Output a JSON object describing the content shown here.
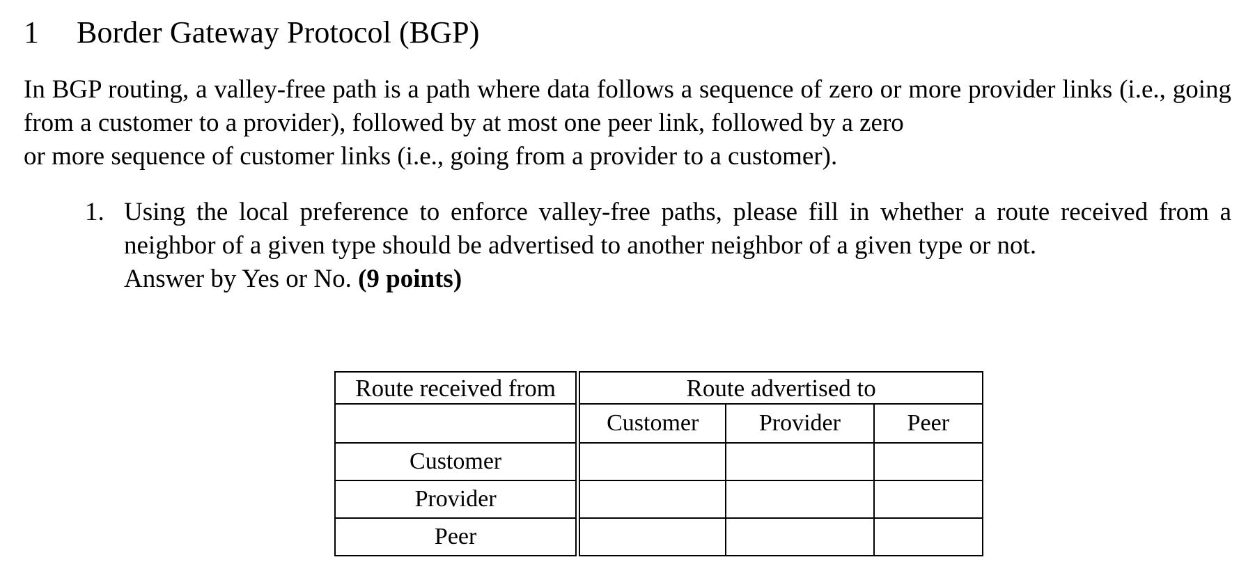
{
  "document": {
    "heading": {
      "number": "1",
      "title": "Border Gateway Protocol (BGP)"
    },
    "intro": {
      "line1": "In BGP routing, a valley-free path is a path where data follows a sequence of zero or more provider",
      "line2": "links (i.e., going from a customer to a provider), followed by at most one peer link, followed by a zero",
      "line3": "or more sequence of customer links (i.e., going from a provider to a customer)."
    },
    "questions": [
      {
        "marker": "1.",
        "line1": "Using the local preference to enforce valley-free paths, please fill in whether a route received",
        "line2": "from a neighbor of a given type should be advertised to another neighbor of a given type or not.",
        "line3": "Answer by Yes or No.",
        "points": "(9 points)"
      }
    ],
    "table": {
      "group_headers": {
        "received_from": "Route received from",
        "advertised_to": "Route advertised to"
      },
      "sub_headers": {
        "blank": "",
        "customer": "Customer",
        "provider": "Provider",
        "peer": "Peer"
      },
      "rows": [
        {
          "label": "Customer",
          "customer": "",
          "provider": "",
          "peer": ""
        },
        {
          "label": "Provider",
          "customer": "",
          "provider": "",
          "peer": ""
        },
        {
          "label": "Peer",
          "customer": "",
          "provider": "",
          "peer": ""
        }
      ]
    },
    "colors": {
      "background": "#ffffff",
      "text": "#000000",
      "rule": "#000000"
    }
  }
}
